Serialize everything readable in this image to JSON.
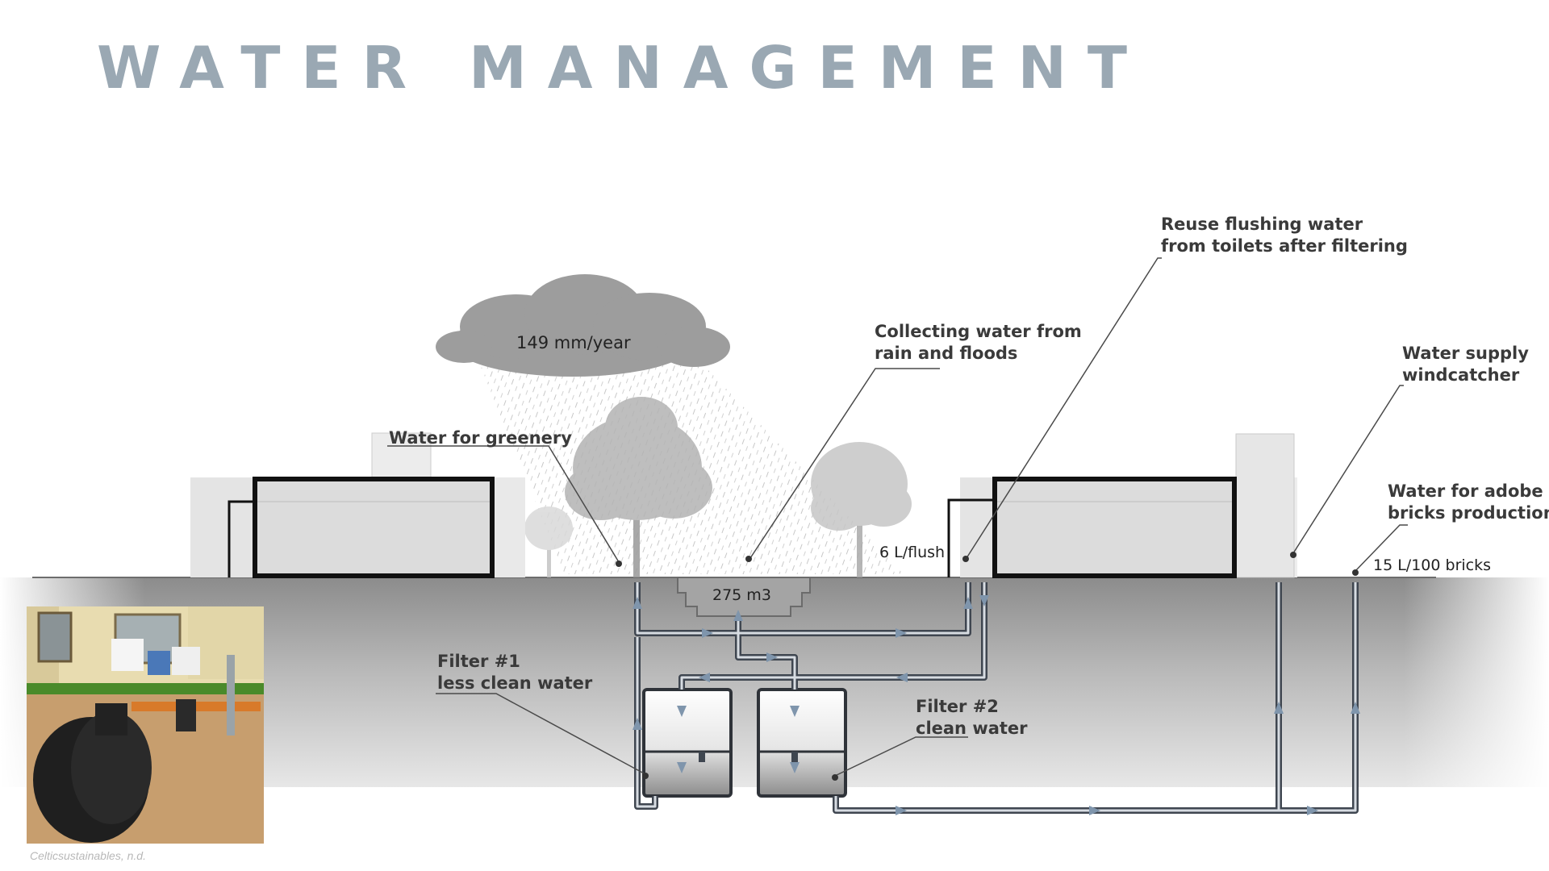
{
  "title": "WATER MANAGEMENT",
  "rainfall": "149 mm/year",
  "labels": {
    "greenery": "Water for greenery",
    "collecting_1": "Collecting water from",
    "collecting_2": "rain and floods",
    "reuse_1": "Reuse flushing water",
    "reuse_2": "from toilets after filtering",
    "windcatcher_1": "Water supply",
    "windcatcher_2": "windcatcher",
    "adobe_1": "Water for adobe",
    "adobe_2": "bricks production",
    "filter1_1": "Filter #1",
    "filter1_2": "less clean water",
    "filter2_1": "Filter #2",
    "filter2_2": "clean water"
  },
  "values": {
    "reservoir": "275 m3",
    "flush": "6 L/flush",
    "bricks": "15 L/100 bricks"
  },
  "credit": "Celticsustainables, n.d.",
  "colors": {
    "title": "#9aa8b3",
    "pipe": "#3f4650",
    "arrow": "#7f95ac",
    "ground": "#8e8e8e"
  }
}
